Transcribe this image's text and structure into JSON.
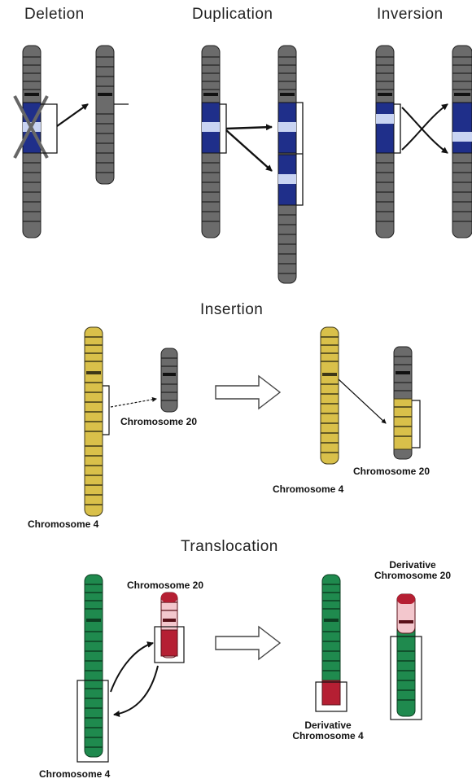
{
  "panels": {
    "deletion": {
      "title": "Deletion"
    },
    "duplication": {
      "title": "Duplication"
    },
    "inversion": {
      "title": "Inversion"
    },
    "insertion": {
      "title": "Insertion",
      "labels": {
        "chr20_before": "Chromosome 20",
        "chr4_before": "Chromosome 4",
        "chr20_after": "Chromosome 20",
        "chr4_after": "Chromosome 4"
      }
    },
    "translocation": {
      "title": "Translocation",
      "labels": {
        "chr20_before": "Chromosome 20",
        "chr4_before": "Chromosome 4",
        "deriv20_line1": "Derivative",
        "deriv20_line2": "Chromosome 20",
        "deriv4_line1": "Derivative",
        "deriv4_line2": "Chromosome 4"
      }
    }
  },
  "colors": {
    "gray": "#555555",
    "blue": "#1f2f8a",
    "blue_light": "#c9d4f2",
    "yellow": "#d9c04a",
    "yellow_dark": "#3e3818",
    "green": "#1f8a4e",
    "green_dark": "#0d3f22",
    "red": "#b51f33",
    "red_light": "#f3c7cd"
  }
}
